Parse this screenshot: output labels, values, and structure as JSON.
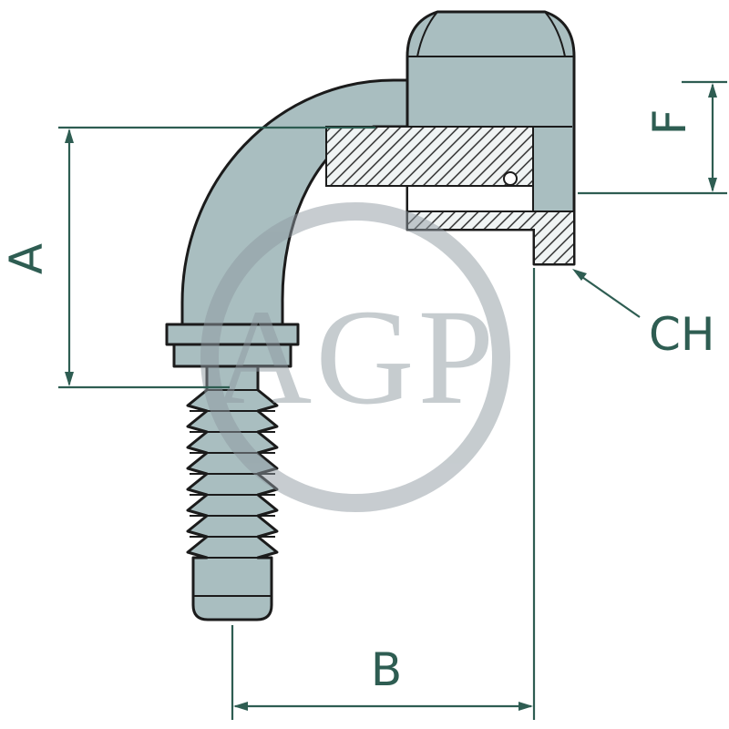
{
  "diagram": {
    "watermark": "AGP",
    "dimensions": {
      "a": "A",
      "b": "B",
      "f": "F",
      "ch": "CH"
    },
    "colors": {
      "body_fill": "#a9bec0",
      "hatch_background": "#f0f4f4",
      "outline": "#1b1b1b",
      "dimension": "#2e5d52",
      "watermark": "#8f9aa1",
      "background": "#ffffff"
    }
  }
}
